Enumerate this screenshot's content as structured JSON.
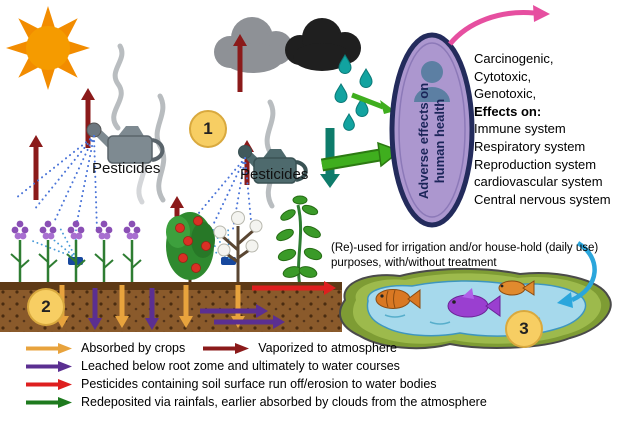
{
  "scene": {
    "pesticides_left": "Pesticides",
    "pesticides_right": "Pesticides",
    "steps": {
      "s1": "1",
      "s2": "2",
      "s3": "3"
    },
    "ellipse": {
      "line1": "Adverse effects on",
      "line2": "human health"
    },
    "reuse_note": "(Re)-used for irrigation and/or house-hold (daily use) purposes, with/without treatment"
  },
  "health_effects": {
    "items": [
      "Carcinogenic,",
      "Cytotoxic,",
      "Genotoxic,",
      "Effects on:",
      "Immune system",
      "Respiratory system",
      "Reproduction system",
      "cardiovascular system",
      "Central nervous system"
    ]
  },
  "legend": {
    "absorbed": {
      "label": "Absorbed by crops",
      "color": "#E8A33D"
    },
    "vaporized": {
      "label": "Vaporized to atmosphere",
      "color": "#8B1A1A"
    },
    "leached": {
      "label": "Leached below root zome and ultimately to water courses",
      "color": "#5B2F91"
    },
    "runoff": {
      "label": "Pesticides containing soil surface run off/erosion to water bodies",
      "color": "#DE1F1F"
    },
    "redeposited": {
      "label": "Redeposited via rainfals, earlier absorbed by clouds from the atmosphere",
      "color": "#1E7A1E"
    }
  },
  "colors": {
    "sun": "#F59B00",
    "step_badge": "#F7CE63",
    "ellipse_fill": "#AC97CF",
    "ellipse_border": "#232B5C",
    "accent_green": "#3FAE1E",
    "pink_arrow": "#E64FA0",
    "cycle_blue": "#2BA6DC",
    "teal_drop": "#12A3A0",
    "pond_water": "#A6D9EC",
    "soil": "#8A5A2B"
  }
}
